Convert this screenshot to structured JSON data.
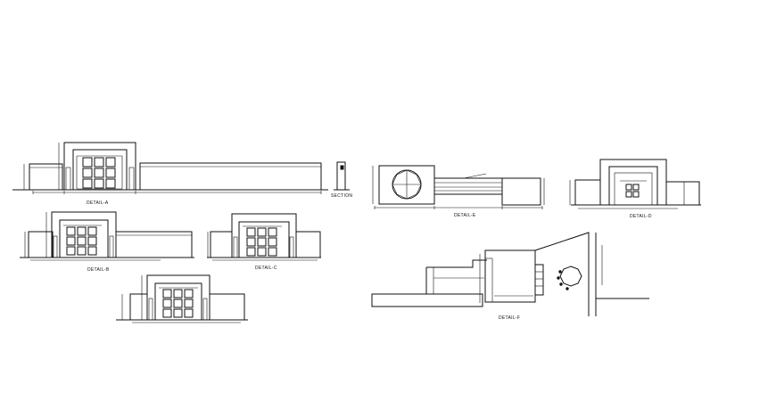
{
  "drawing": {
    "labels": {
      "detail_a": "DETAIL-A",
      "section": "SECTION",
      "detail_b": "DETAIL-B",
      "detail_c": "DETAIL-C",
      "detail_e": "DETAIL-E",
      "detail_d": "DETAIL-D",
      "detail_f": "DETAIL-F"
    },
    "colors": {
      "line": "#111111",
      "background": "#ffffff"
    }
  }
}
